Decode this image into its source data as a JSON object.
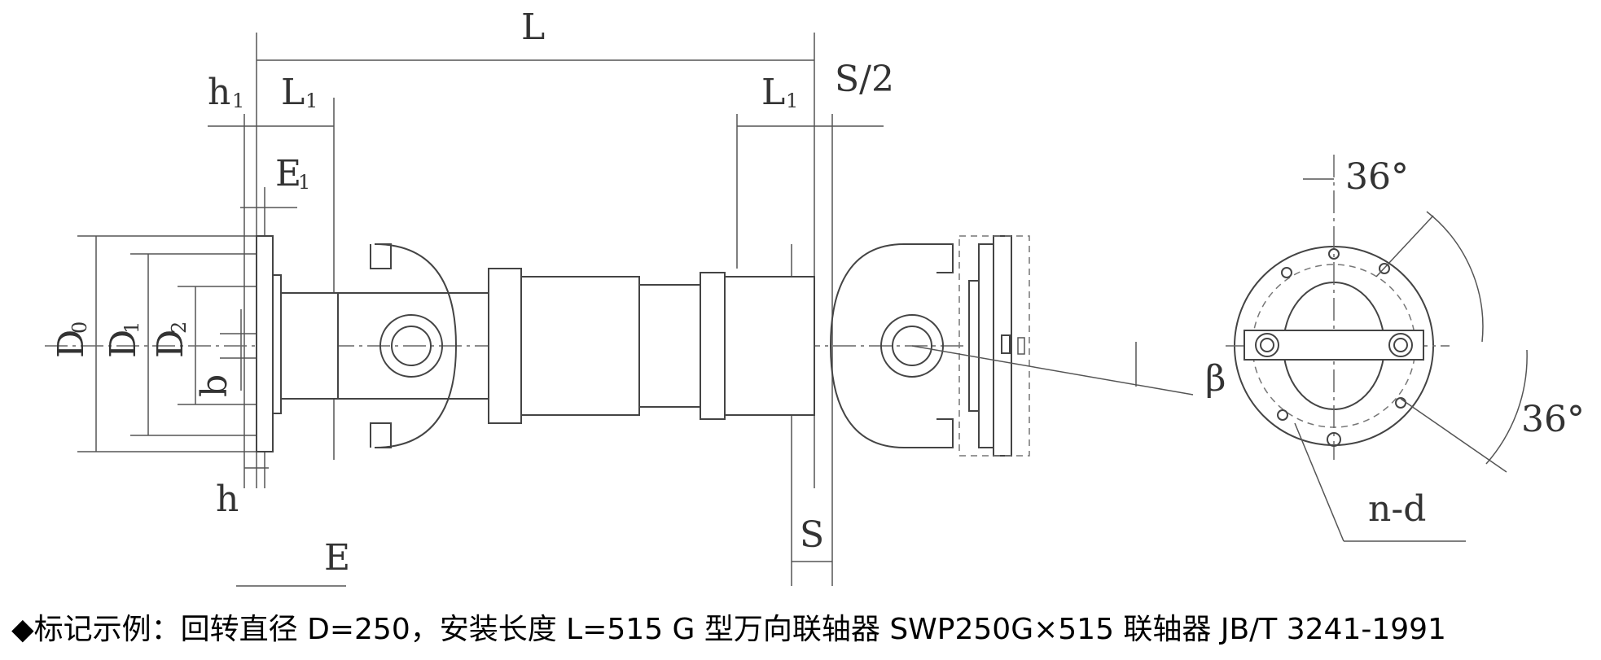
{
  "labels": {
    "L": "L",
    "h1": "h",
    "h1_sub": "1",
    "L1_left": "L",
    "L1_left_sub": "1",
    "L1_right": "L",
    "L1_right_sub": "1",
    "S_half": "S/2",
    "E1": "E",
    "E1_sub": "1",
    "D0": "D",
    "D0_sub": "0",
    "D1": "D",
    "D1_sub": "1",
    "D2": "D",
    "D2_sub": "2",
    "b": "b",
    "h": "h",
    "E": "E",
    "S": "S",
    "beta": "β",
    "angle_top": "36°",
    "angle_right": "36°",
    "nd": "n-d"
  },
  "caption": "◆标记示例：回转直径 D=250，安装长度 L=515 G 型万向联轴器 SWP250G×515 联轴器 JB/T 3241-1991"
}
